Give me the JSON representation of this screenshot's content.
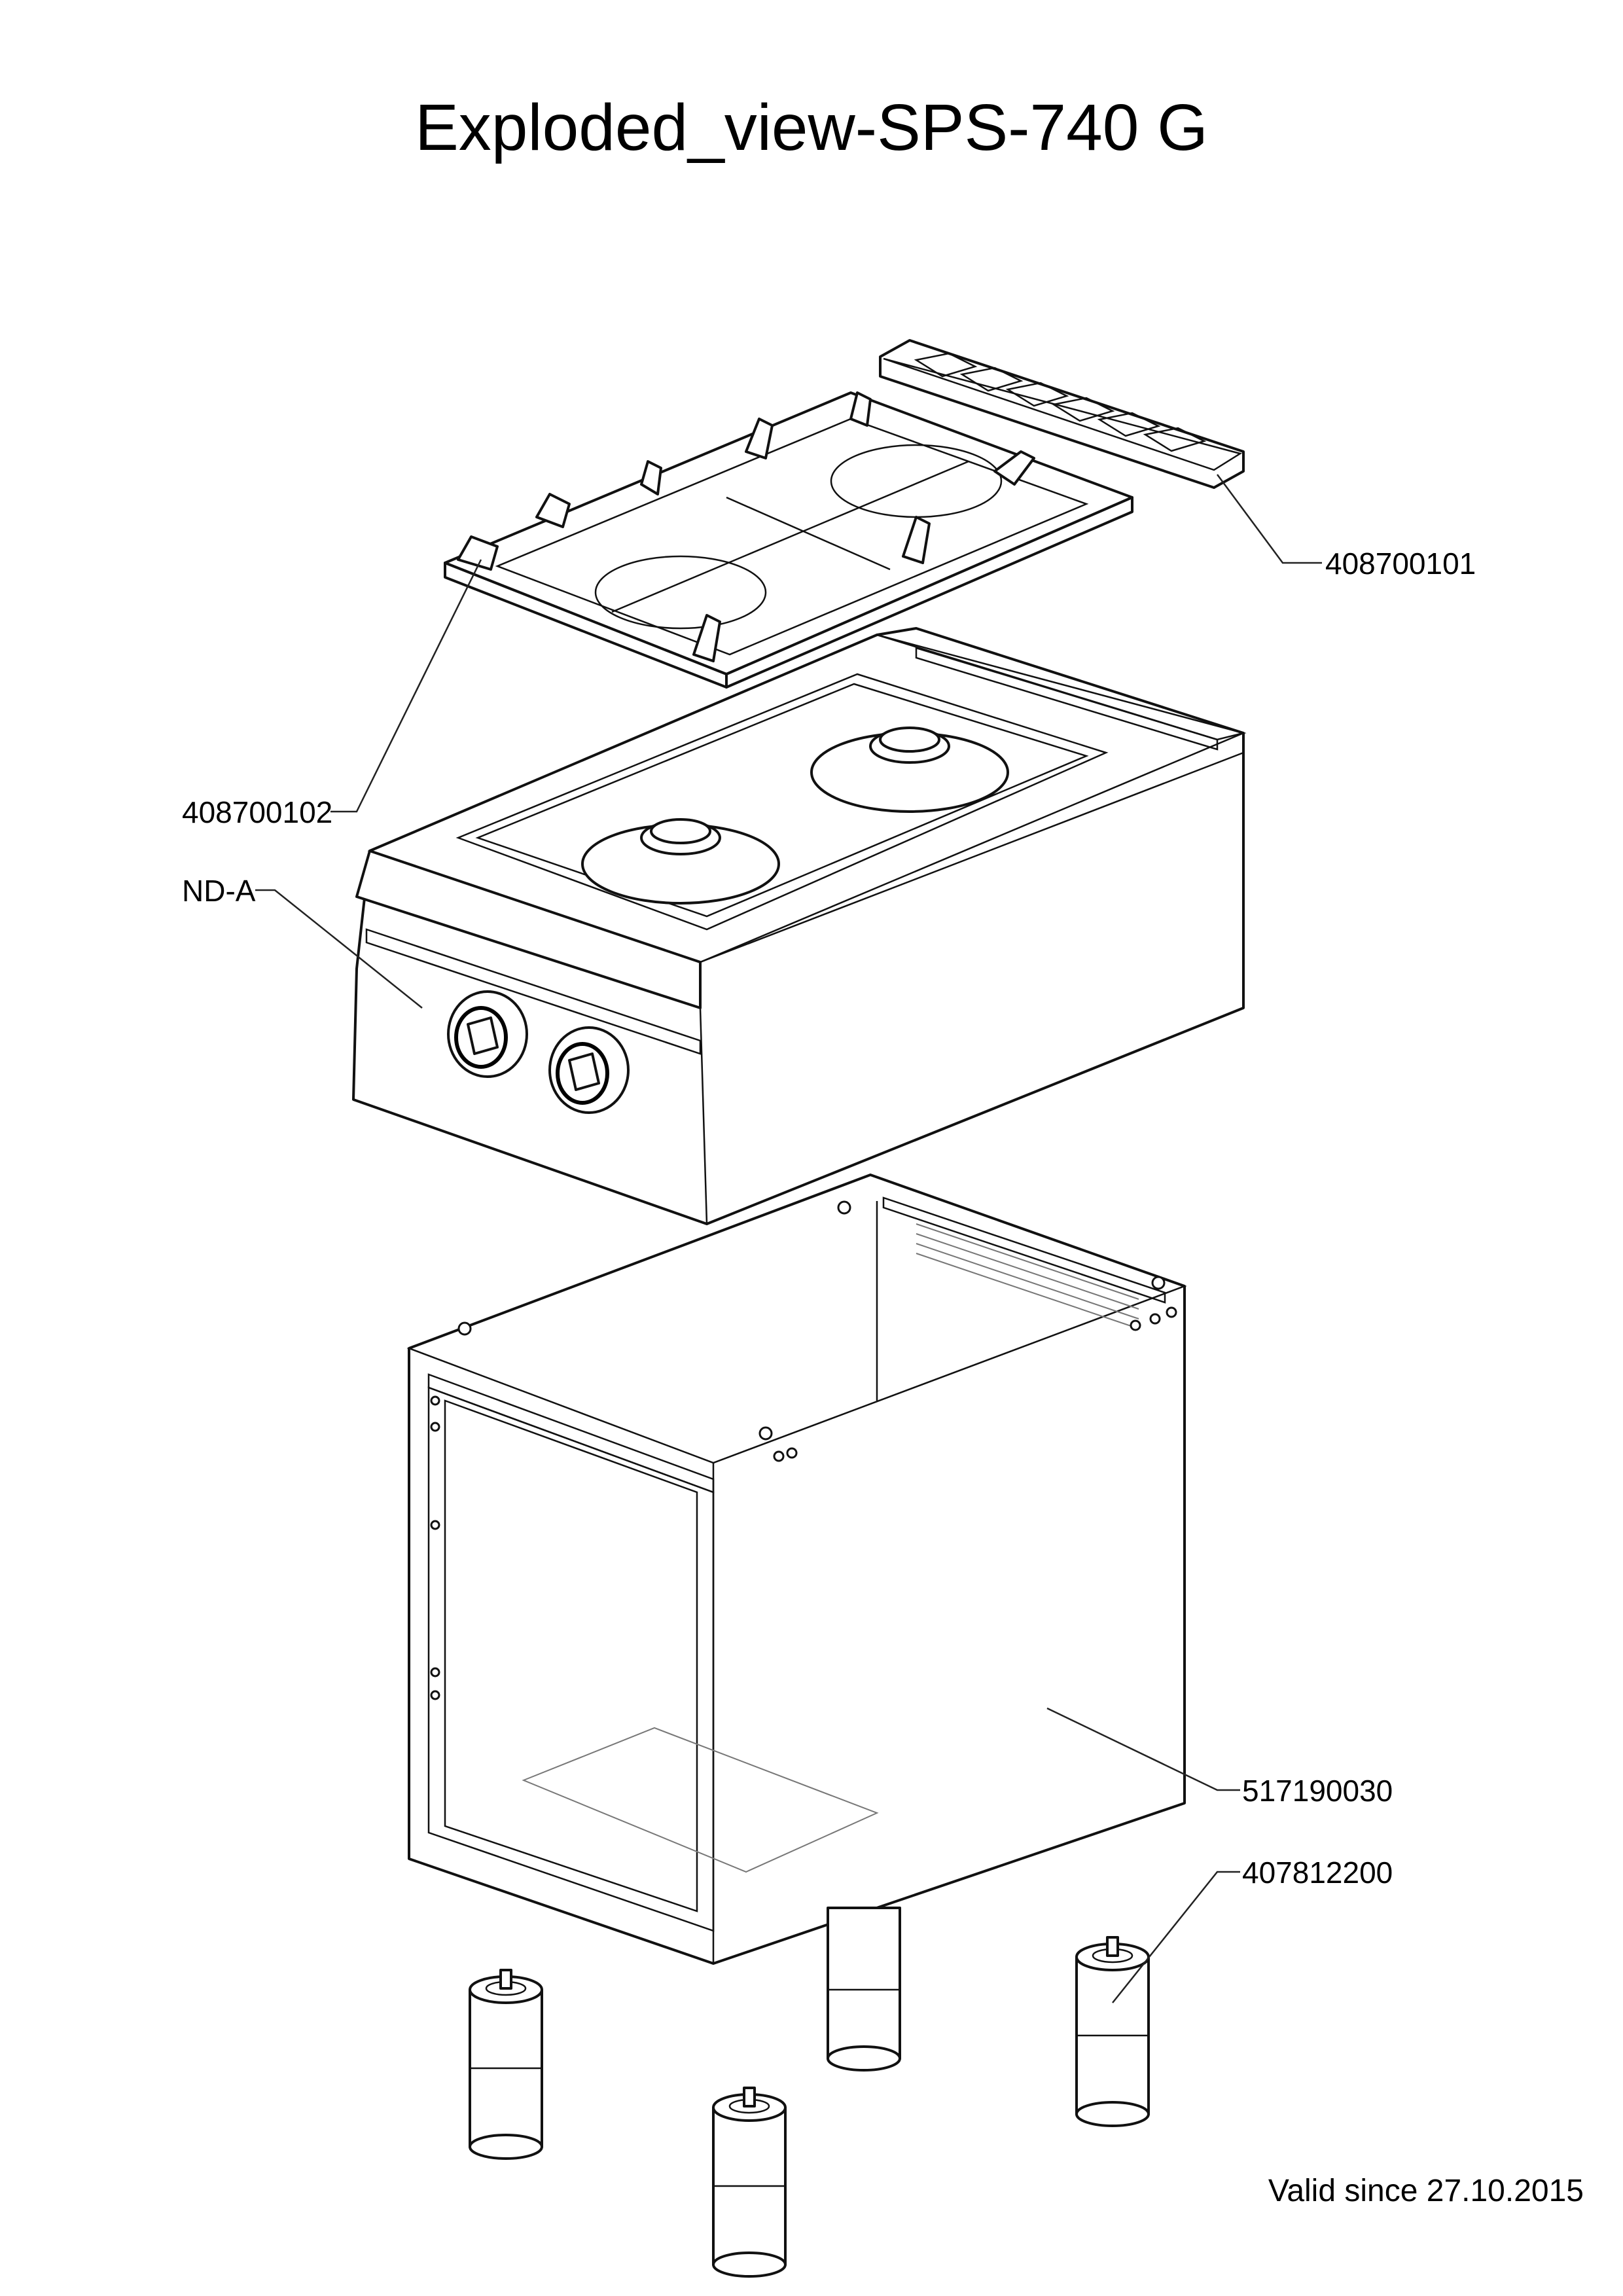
{
  "title": "Exploded_view-SPS-740 G",
  "footer": "Valid since 27.10.2015",
  "callouts": [
    {
      "id": "trough",
      "label": "408700101"
    },
    {
      "id": "grate",
      "label": "408700102"
    },
    {
      "id": "knob",
      "label": "ND-A"
    },
    {
      "id": "cabinet",
      "label": "517190030"
    },
    {
      "id": "foot",
      "label": "407812200"
    }
  ]
}
